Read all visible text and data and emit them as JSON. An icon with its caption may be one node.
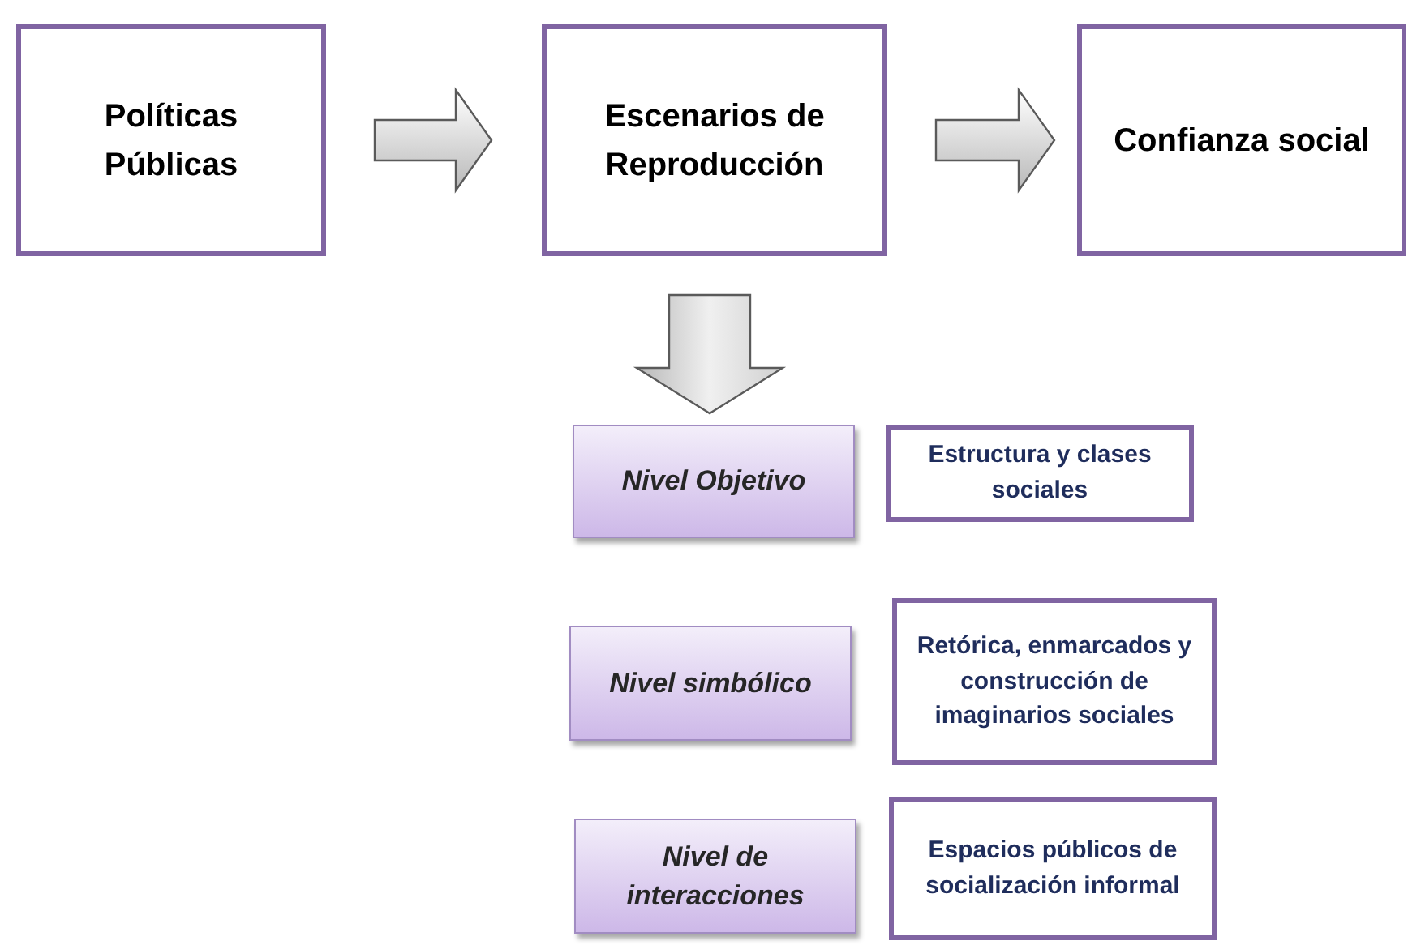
{
  "diagram": {
    "nodes": [
      {
        "text": [
          "Políticas Públicas"
        ]
      },
      {
        "text": [
          "Escenarios de Reproducción"
        ]
      },
      {
        "text": [
          "Confianza social"
        ]
      },
      {
        "text": [
          "Nivel Objetivo"
        ]
      },
      {
        "text": [
          "Estructura y clases sociales"
        ]
      },
      {
        "text": [
          "Nivel simbólico"
        ]
      },
      {
        "text": [
          "Retórica, enmarcados y construcción de imaginarios sociales"
        ]
      },
      {
        "text": [
          "Nivel de interacciones"
        ]
      },
      {
        "text": [
          "Espacios públicos de socialización informal"
        ]
      }
    ],
    "edges": [
      {
        "from": 0,
        "to": 1,
        "arrow": "to"
      },
      {
        "from": 1,
        "to": 2,
        "arrow": "to"
      },
      {
        "from": 1,
        "to": 3,
        "arrow": "to"
      }
    ]
  }
}
